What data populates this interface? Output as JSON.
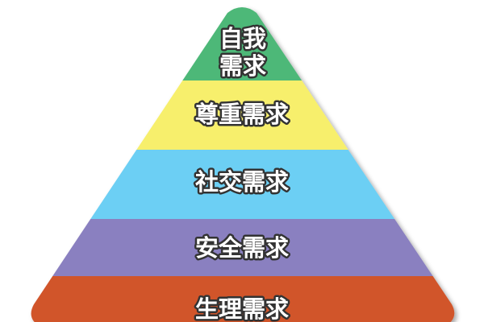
{
  "pyramid": {
    "levels": [
      {
        "label_lines": [
          "自我",
          "需求"
        ],
        "color": "#4db878"
      },
      {
        "label_lines": [
          "尊重需求"
        ],
        "color": "#f7ef6c"
      },
      {
        "label_lines": [
          "社交需求"
        ],
        "color": "#6ccff4"
      },
      {
        "label_lines": [
          "安全需求"
        ],
        "color": "#8a80c0"
      },
      {
        "label_lines": [
          "生理需求"
        ],
        "color": "#d1542b"
      }
    ]
  }
}
